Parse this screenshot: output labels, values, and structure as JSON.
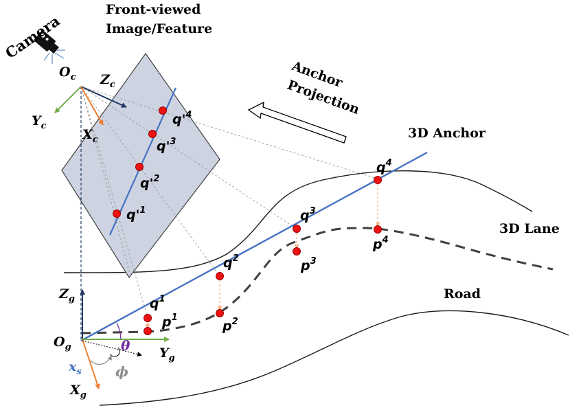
{
  "labels": {
    "camera": "Camera",
    "front_viewed": "Front-viewed",
    "image_feature": "Image/Feature",
    "anchor": "Anchor",
    "projection": "Projection",
    "anchor_3d": "3D Anchor",
    "lane_3d": "3D Lane",
    "road": "Road"
  },
  "axes": {
    "camera_origin": "O",
    "camera_origin_sub": "c",
    "zc": "Z",
    "zc_sub": "c",
    "yc": "Y",
    "yc_sub": "c",
    "xc": "X",
    "xc_sub": "c",
    "ground_origin": "O",
    "ground_origin_sub": "g",
    "zg": "Z",
    "zg_sub": "g",
    "yg": "Y",
    "yg_sub": "g",
    "xg": "X",
    "xg_sub": "g",
    "xs": "x",
    "xs_sub": "s",
    "theta": "θ",
    "phi": "ϕ"
  },
  "points": {
    "image": [
      {
        "base": "q'",
        "sup": "1"
      },
      {
        "base": "q'",
        "sup": "2"
      },
      {
        "base": "q'",
        "sup": "3"
      },
      {
        "base": "q'",
        "sup": "4"
      }
    ],
    "anchor": [
      {
        "base": "q",
        "sup": "1"
      },
      {
        "base": "q",
        "sup": "2"
      },
      {
        "base": "q",
        "sup": "3"
      },
      {
        "base": "q",
        "sup": "4"
      }
    ],
    "lane": [
      {
        "base": "p",
        "sup": "1"
      },
      {
        "base": "p",
        "sup": "2"
      },
      {
        "base": "p",
        "sup": "3"
      },
      {
        "base": "p",
        "sup": "4"
      }
    ]
  },
  "colors": {
    "anchor_line": "#4472c4",
    "point_fill": "#ee1111",
    "point_stroke": "#990000",
    "image_plane": "#cdd3e0",
    "x_axis": "#ed7d31",
    "y_axis": "#70ad47",
    "z_axis": "#1f3864",
    "theta": "#7030a0",
    "phi": "#8c8c8c",
    "xs": "#4472c4",
    "drop_line": "#f4b183"
  }
}
